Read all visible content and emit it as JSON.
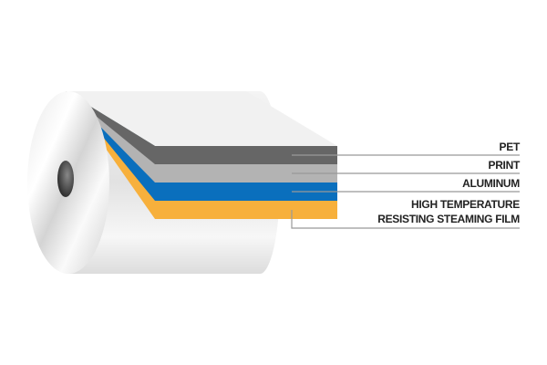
{
  "layers": [
    {
      "label": "PET",
      "color": "#666666"
    },
    {
      "label": "PRINT",
      "color": "#b3b3b3"
    },
    {
      "label": "ALUMINUM",
      "color": "#0a6fbd"
    },
    {
      "label_line1": "HIGH TEMPERATURE",
      "label_line2": "RESISTING STEAMING FILM",
      "color": "#f7b03c"
    }
  ]
}
